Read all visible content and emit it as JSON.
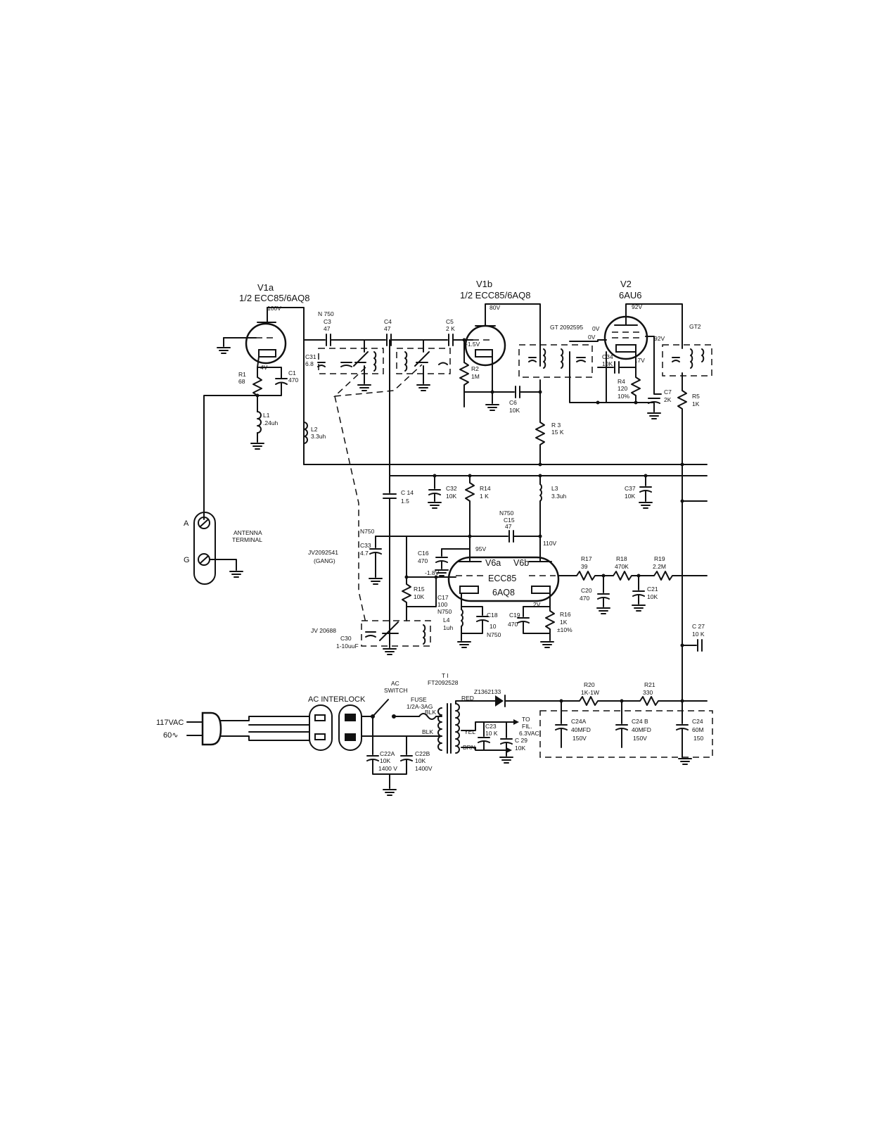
{
  "tubes": {
    "v1a_name": "V1a",
    "v1a_type": "1/2 ECC85/6AQ8",
    "v1b_name": "V1b",
    "v1b_type": "1/2 ECC85/6AQ8",
    "v2_name": "V2",
    "v2_type": "6AU6",
    "v6a_name": "V6a",
    "v6b_name": "V6b",
    "v6_type1": "ECC85",
    "v6_type2": "6AQ8"
  },
  "voltages": {
    "v1a_plate": "100V",
    "v1a_cathode": "4V",
    "v1b_plate": "80V",
    "v1b_grid": "-1.5V",
    "v2_plate": "92V",
    "v2_screen": "92V",
    "v2_g1": "0V",
    "v2_g1b": "0V",
    "v2_cathode": ".7V",
    "v6a_plate": "95V",
    "v6b_plate": "110V",
    "v6a_grid": "-1.8V",
    "v6b_cathode": "2V"
  },
  "components": {
    "n750_top": "N 750",
    "c3": "C3",
    "c3_val": "47",
    "c4": "C4",
    "c4_val": "47",
    "c5": "C5",
    "c5_val": "2 K",
    "c31": "C31",
    "c31_val": "6.8",
    "r1": "R1",
    "r1_val": "68",
    "c1": "C1",
    "c1_val": "470",
    "l1": "L1",
    "l1_val": ".24uh",
    "l2": "L2",
    "l2_val": "3.3uh",
    "r2": "R2",
    "r2_val": "1M",
    "c6": "C6",
    "c6_val": "10K",
    "r3": "R 3",
    "r3_val": "15 K",
    "gt1": "GT 2092595",
    "gt2": "GT2",
    "c34": "C34",
    "c34_val": "10K",
    "r4": "R4",
    "r4_val": "120",
    "r4_tol": "10%",
    "c7": "C7",
    "c7_val": "2K",
    "r5": "R5",
    "r5_val": "1K",
    "c14": "C 14",
    "c14_val": "1.5",
    "c32": "C32",
    "c32_val": "10K",
    "r14": "R14",
    "r14_val": "1 K",
    "l3": "L3",
    "l3_val": "3.3uh",
    "c37": "C37",
    "c37_val": "10K",
    "c15_n": "N750",
    "c15": "C15",
    "c15_val": "47",
    "c33_n": "N750",
    "c33": "C33",
    "c33_val": "4.7",
    "jv1": "JV2092541",
    "jv1_b": "(GANG)",
    "c16": "C16",
    "c16_val": "470",
    "r15": "R15",
    "r15_val": "10K",
    "c17": "C17",
    "c17_val": "100",
    "c17_n": "N750",
    "l4": "L4",
    "l4_val": "1uh",
    "c18": "C18",
    "c18_val": "10",
    "c18_n": "N750",
    "c19": "C19",
    "c19_val": "470",
    "r16": "R16",
    "r16_val": "1K",
    "r16_tol": "±10%",
    "r17": "R17",
    "r17_val": "39",
    "r18": "R18",
    "r18_val": "470K",
    "r19": "R19",
    "r19_val": "2.2M",
    "c20": "C20",
    "c20_val": "470",
    "c21": "C21",
    "c21_val": "10K",
    "c27": "C 27",
    "c27_val": "10 K",
    "jv2": "JV 20688",
    "c30": "C30",
    "c30_val": "1-10uuF",
    "t1": "T I",
    "t1_part": "FT2092528",
    "diode": "Z1362133",
    "r20": "R20",
    "r20_val": "1K-1W",
    "r21": "R21",
    "r21_val": "330",
    "c24a": "C24A",
    "c24a_val": "40MFD",
    "c24a_v": "150V",
    "c24b": "C24 B",
    "c24b_val": "40MFD",
    "c24b_v": "150V",
    "c24c": "C24",
    "c24c_val": "60M",
    "c24c_v": "150",
    "c23": "C23",
    "c23_val": "10 K",
    "c29": "C 29",
    "c29_val": "10K",
    "to_fil": "TO",
    "to_fil2": "FIL.",
    "to_fil3": "6.3VAC",
    "c22a": "C22A",
    "c22a_val": "10K",
    "c22a_v": "1400 V",
    "c22b": "C22B",
    "c22b_val": "10K",
    "c22b_v": "1400V",
    "fuse": "FUSE",
    "fuse_val": "1/2A-3AG",
    "ac_switch": "AC",
    "ac_switch2": "SWITCH",
    "interlock": "AC INTERLOCK",
    "mains1": "117VAC",
    "mains2": "60∿",
    "ant1": "ANTENNA",
    "ant2": "TERMINAL",
    "ant_a": "A",
    "ant_g": "G",
    "wire_red": "RED",
    "wire_blk1": "BLK",
    "wire_blk2": "BLK",
    "wire_yel": "YEL",
    "wire_brn": "BRN"
  }
}
